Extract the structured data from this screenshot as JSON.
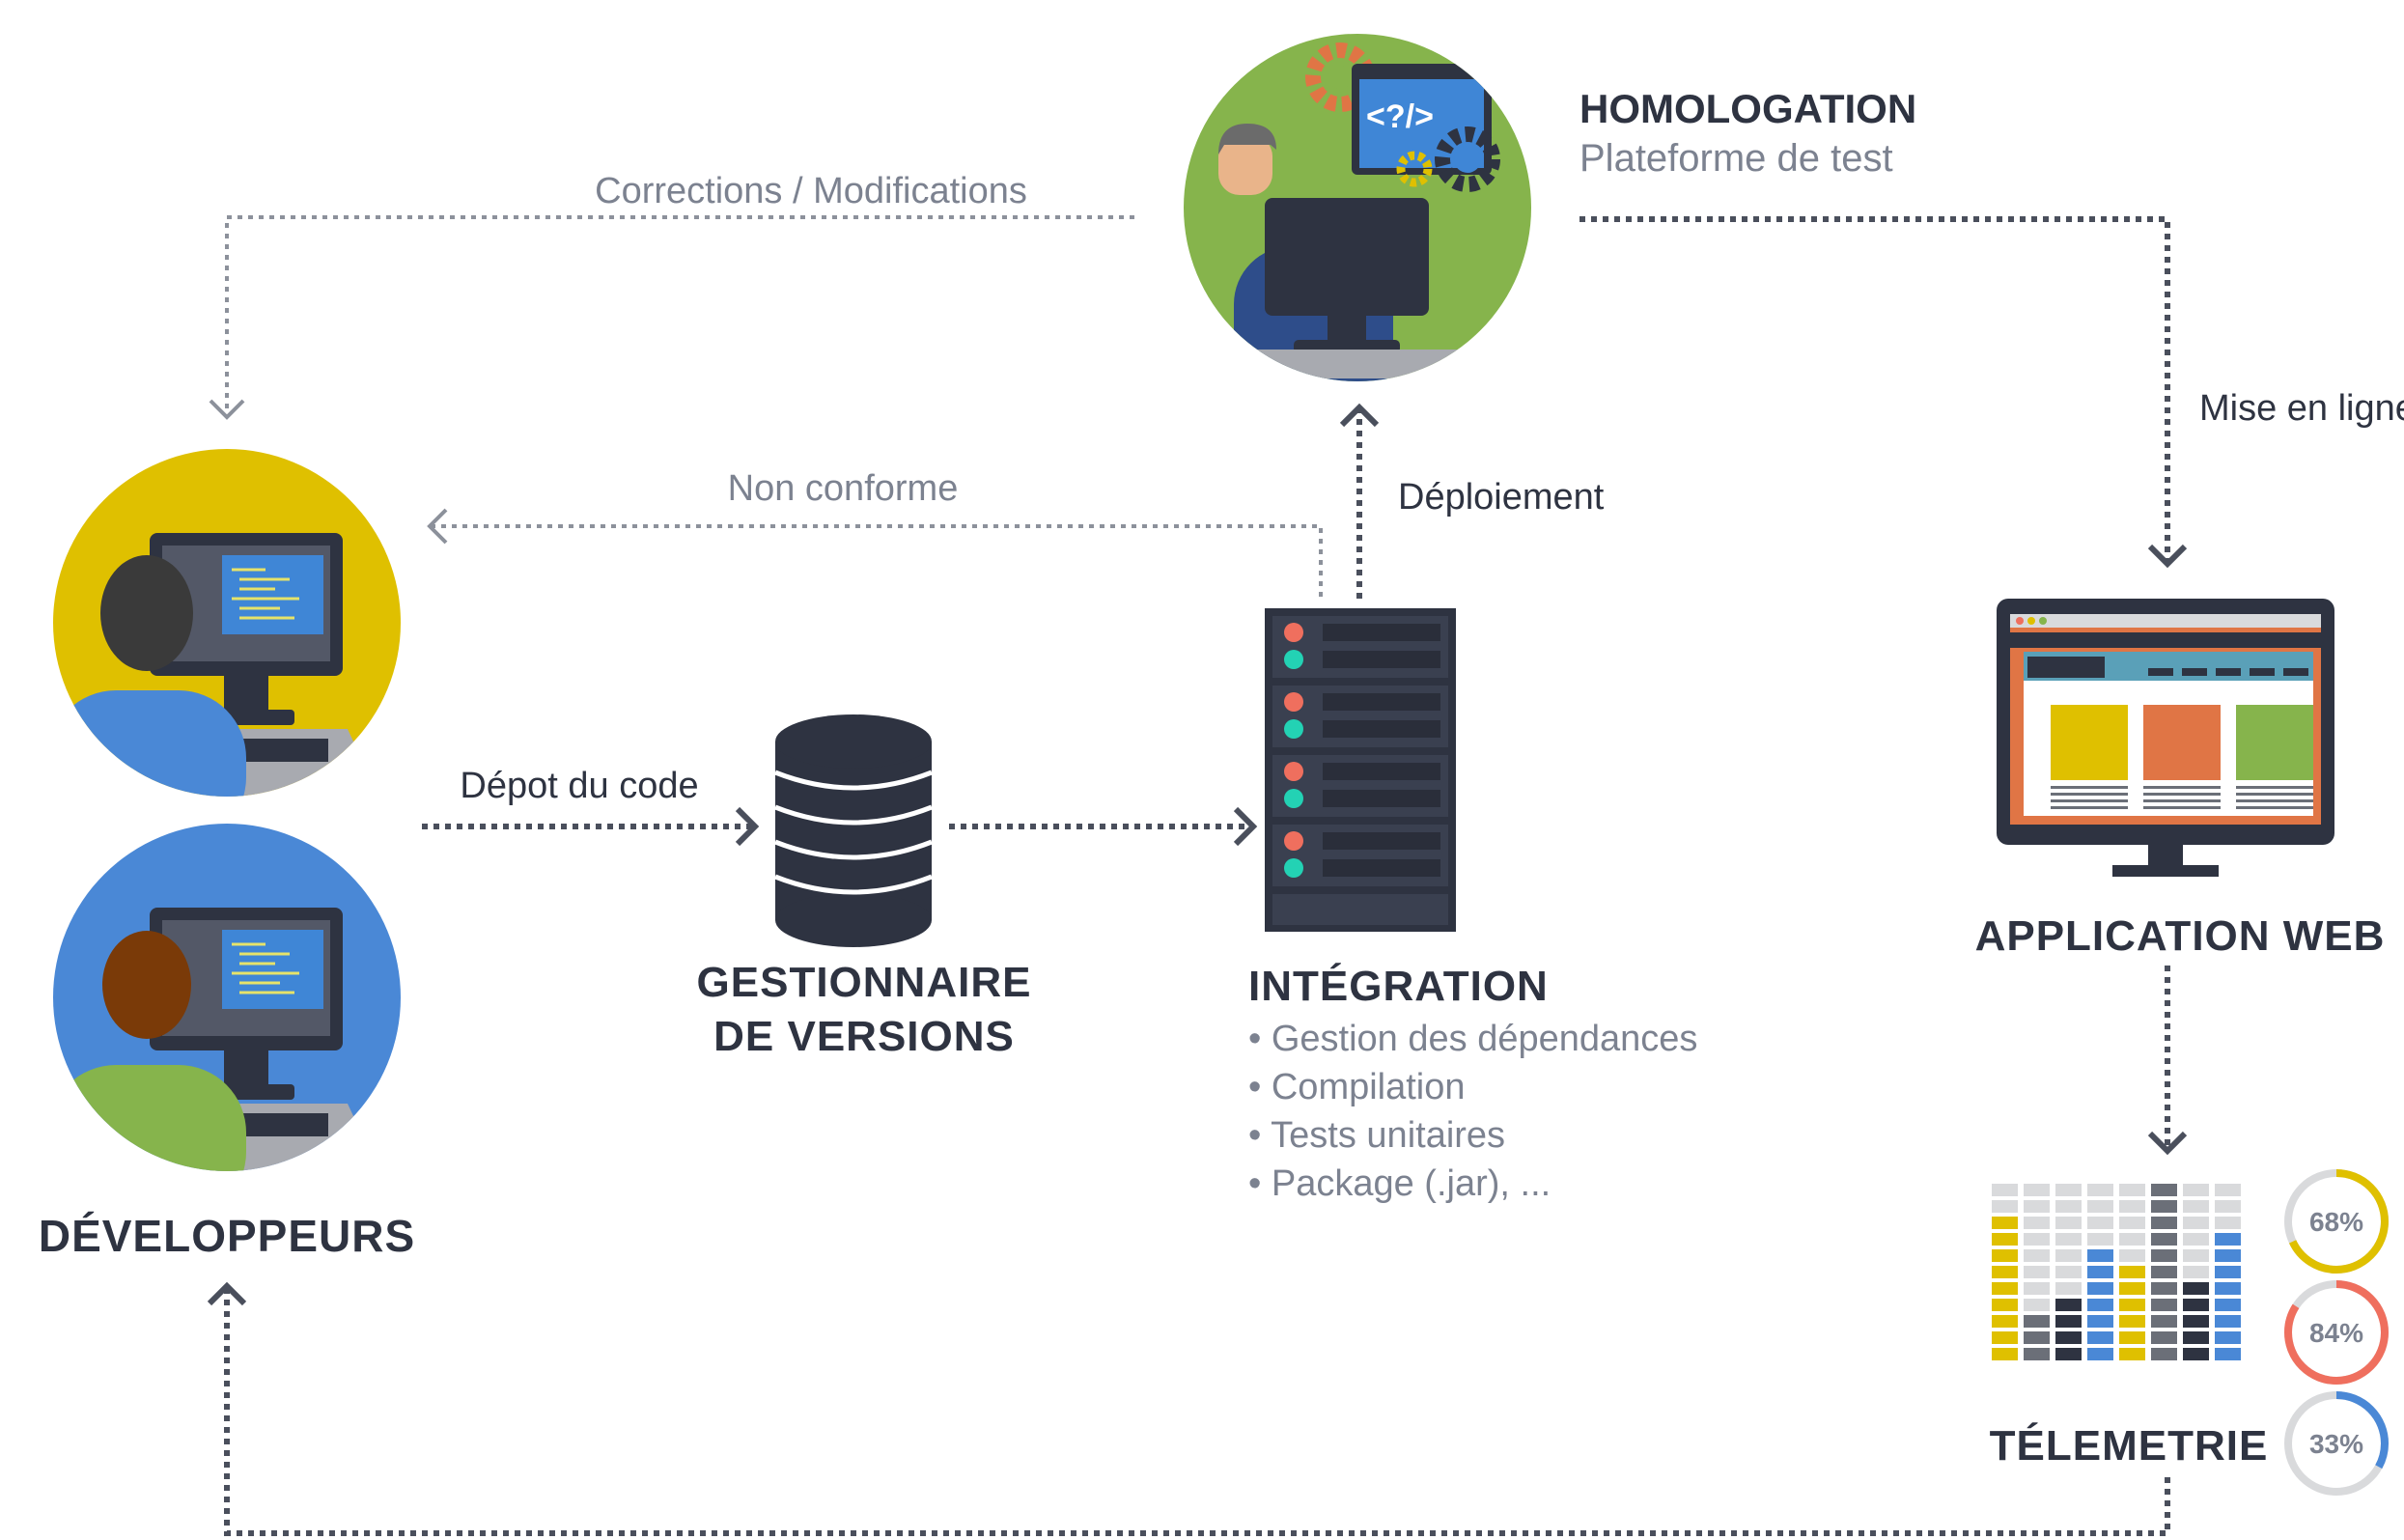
{
  "colors": {
    "dark": "#2e3341",
    "gray_text": "#7c8290",
    "arrow_gray": "#8c919b",
    "arrow_dark": "#4a4f5c",
    "yellow": "#dfc000",
    "blue": "#4a88d6",
    "green": "#86b44c",
    "orange": "#e07545",
    "red": "#ef6f5e",
    "teal": "#23d2b4",
    "light_gray": "#d9dadc"
  },
  "nodes": {
    "homologation": {
      "title": "HOMOLOGATION",
      "subtitle": "Plateforme de test",
      "code_tag": "<?/>"
    },
    "developpeurs": {
      "title": "DÉVELOPPEURS"
    },
    "versions": {
      "title_line1": "GESTIONNAIRE",
      "title_line2": "DE VERSIONS"
    },
    "integration": {
      "title": "INTÉGRATION",
      "items": [
        "• Gestion des dépendances",
        "• Compilation",
        "• Tests unitaires",
        "• Package (.jar), ..."
      ]
    },
    "webapp": {
      "title": "APPLICATION WEB"
    },
    "telemetrie": {
      "title": "TÉLEMETRIE",
      "gauges": [
        "68%",
        "84%",
        "33%"
      ],
      "gauge_fractions": [
        0.68,
        0.84,
        0.33
      ]
    }
  },
  "edges": {
    "corrections": "Corrections / Modifications",
    "non_conforme": "Non conforme",
    "depot": "Dépot du code",
    "deploiement": "Déploiement",
    "mise_en_ligne": "Mise en ligne"
  }
}
